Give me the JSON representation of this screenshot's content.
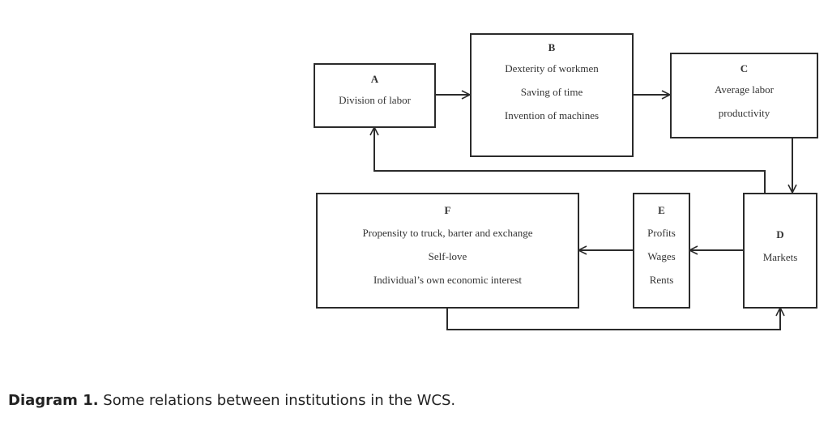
{
  "diagram": {
    "nodes": {
      "A": {
        "id": "A",
        "lines": [
          "Division of labor"
        ]
      },
      "B": {
        "id": "B",
        "lines": [
          "Dexterity of workmen",
          "Saving of time",
          "Invention of machines"
        ]
      },
      "C": {
        "id": "C",
        "lines": [
          "Average labor",
          "productivity"
        ]
      },
      "D": {
        "id": "D",
        "lines": [
          "Markets"
        ]
      },
      "E": {
        "id": "E",
        "lines": [
          "Profits",
          "Wages",
          "Rents"
        ]
      },
      "F": {
        "id": "F",
        "lines": [
          "Propensity to truck, barter and exchange",
          "Self-love",
          "Individual’s own economic interest"
        ]
      }
    },
    "edges": [
      {
        "from": "A",
        "to": "B"
      },
      {
        "from": "B",
        "to": "C"
      },
      {
        "from": "C",
        "to": "D"
      },
      {
        "from": "D",
        "to": "A"
      },
      {
        "from": "D",
        "to": "E"
      },
      {
        "from": "E",
        "to": "F"
      },
      {
        "from": "F",
        "to": "D"
      }
    ]
  },
  "caption": {
    "label": "Diagram 1.",
    "text": " Some relations between institutions in the WCS."
  }
}
